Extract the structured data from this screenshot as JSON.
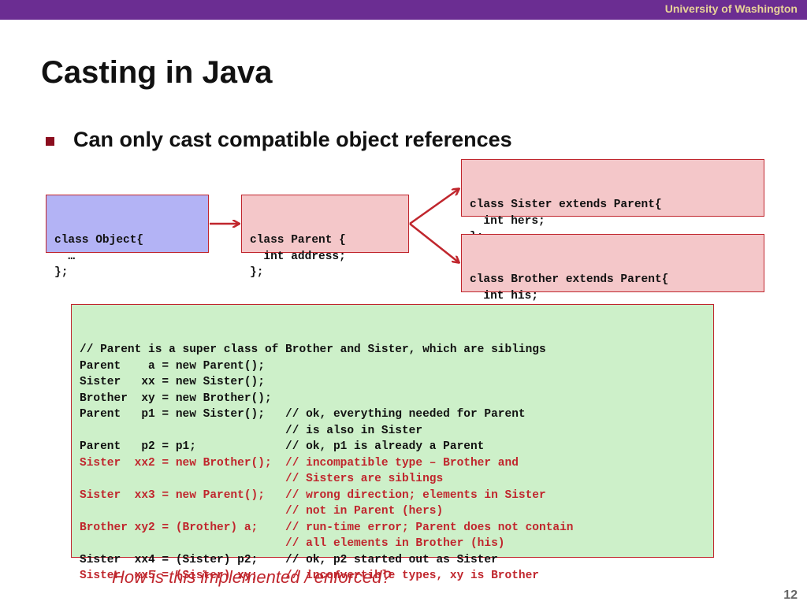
{
  "header": {
    "institution": "University of Washington"
  },
  "slide": {
    "title": "Casting in Java",
    "bullet": "Can only cast compatible object references",
    "question": "How is this implemented / enforced?",
    "page_number": "12"
  },
  "class_boxes": {
    "object": [
      "class Object{",
      "  …",
      "};"
    ],
    "parent": [
      "class Parent {",
      "  int address;",
      "};"
    ],
    "sister": [
      "class Sister extends Parent{",
      "  int hers;",
      "};"
    ],
    "brother": [
      "class Brother extends Parent{",
      "  int his;",
      "};"
    ]
  },
  "code_lines": [
    {
      "text": "// Parent is a super class of Brother and Sister, which are siblings",
      "error": false
    },
    {
      "text": "Parent    a = new Parent();",
      "error": false
    },
    {
      "text": "Sister   xx = new Sister();",
      "error": false
    },
    {
      "text": "Brother  xy = new Brother();",
      "error": false
    },
    {
      "text": "Parent   p1 = new Sister();   // ok, everything needed for Parent",
      "error": false
    },
    {
      "text": "                              // is also in Sister",
      "error": false
    },
    {
      "text": "Parent   p2 = p1;             // ok, p1 is already a Parent",
      "error": false
    },
    {
      "text": "Sister  xx2 = new Brother();  // incompatible type – Brother and",
      "error": true
    },
    {
      "text": "                              // Sisters are siblings",
      "error": true
    },
    {
      "text": "Sister  xx3 = new Parent();   // wrong direction; elements in Sister",
      "error": true
    },
    {
      "text": "                              // not in Parent (hers)",
      "error": true
    },
    {
      "text": "Brother xy2 = (Brother) a;    // run-time error; Parent does not contain",
      "error": true
    },
    {
      "text": "                              // all elements in Brother (his)",
      "error": true
    },
    {
      "text": "Sister  xx4 = (Sister) p2;    // ok, p2 started out as Sister",
      "error": false
    },
    {
      "text": "Sister  xx5 = (Sister) xy;    // inconvertible types, xy is Brother",
      "error": true
    }
  ],
  "colors": {
    "header_bar": "#6b2d92",
    "accent_red": "#c0262d",
    "pink_box": "#f4c7c9",
    "blue_box": "#b3b3f5",
    "green_box": "#cdf0c9"
  }
}
